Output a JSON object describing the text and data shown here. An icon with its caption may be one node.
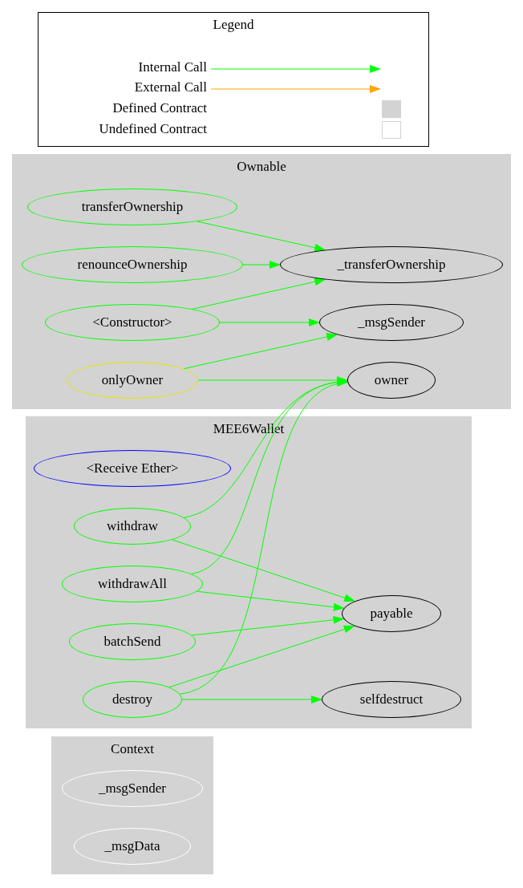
{
  "diagram": {
    "nodes": [
      {
        "text": [
          "Ownable"
        ]
      },
      {
        "text": [
          "transferOwnership"
        ],
        "in": 0
      },
      {
        "text": [
          "_transferOwnership"
        ],
        "in": 0
      },
      {
        "text": [
          "renounceOwnership"
        ],
        "in": 0
      },
      {
        "text": [
          "<Constructor>"
        ],
        "in": 0
      },
      {
        "text": [
          "_msgSender"
        ],
        "in": 0
      },
      {
        "text": [
          "onlyOwner"
        ],
        "in": 0
      },
      {
        "text": [
          "owner"
        ],
        "in": 0
      },
      {
        "text": [
          "MEE6Wallet"
        ]
      },
      {
        "text": [
          "<Receive Ether>"
        ],
        "in": 8
      },
      {
        "text": [
          "withdraw"
        ],
        "in": 8
      },
      {
        "text": [
          "withdrawAll"
        ],
        "in": 8
      },
      {
        "text": [
          "payable"
        ],
        "in": 8
      },
      {
        "text": [
          "batchSend"
        ],
        "in": 8
      },
      {
        "text": [
          "destroy"
        ],
        "in": 8
      },
      {
        "text": [
          "selfdestruct"
        ],
        "in": 8
      },
      {
        "text": [
          "Context"
        ]
      },
      {
        "text": [
          "_msgSender"
        ],
        "in": 16
      },
      {
        "text": [
          "_msgData"
        ],
        "in": 16
      }
    ],
    "edges": [
      {
        "from": 1,
        "to": 2,
        "arrow": "to"
      },
      {
        "from": 3,
        "to": 2,
        "arrow": "to"
      },
      {
        "from": 4,
        "to": 2,
        "arrow": "to"
      },
      {
        "from": 4,
        "to": 5,
        "arrow": "to"
      },
      {
        "from": 6,
        "to": 5,
        "arrow": "to"
      },
      {
        "from": 6,
        "to": 7,
        "arrow": "to"
      },
      {
        "from": 10,
        "to": 7,
        "arrow": "to"
      },
      {
        "from": 10,
        "to": 12,
        "arrow": "to"
      },
      {
        "from": 11,
        "to": 7,
        "arrow": "to"
      },
      {
        "from": 11,
        "to": 12,
        "arrow": "to"
      },
      {
        "from": 13,
        "to": 12,
        "arrow": "to"
      },
      {
        "from": 14,
        "to": 12,
        "arrow": "to"
      },
      {
        "from": 14,
        "to": 7,
        "arrow": "to"
      },
      {
        "from": 14,
        "to": 15,
        "arrow": "to"
      }
    ],
    "labels": [
      "Legend"
    ],
    "legend": [
      {
        "text": "Internal Call"
      },
      {
        "text": "External Call"
      },
      {
        "text": "Defined Contract",
        "color": "#d3d3d3"
      },
      {
        "text": "Undefined Contract",
        "color": "#ffffff"
      }
    ]
  }
}
